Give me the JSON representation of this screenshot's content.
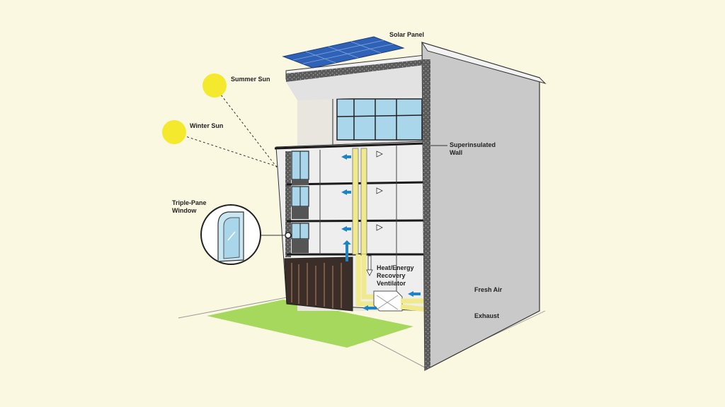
{
  "labels": {
    "solar_panel": "Solar Panel",
    "summer_sun": "Summer Sun",
    "winter_sun": "Winter Sun",
    "superinsulated_wall_line1": "Superinsulated",
    "superinsulated_wall_line2": "Wall",
    "triple_pane_line1": "Triple-Pane",
    "triple_pane_line2": "Window",
    "hrv_line1": "Heat/Energy",
    "hrv_line2": "Recovery",
    "hrv_line3": "Ventilator",
    "fresh_air": "Fresh Air",
    "exhaust": "Exhaust"
  },
  "colors": {
    "background": "#fbf8e2",
    "sun": "#f4e92d",
    "duct": "#f0ea8c",
    "fresh_arrow": "#1d84c6",
    "exhaust_arrow": "#ffffff",
    "glass": "#a9d6ea",
    "lawn": "#a7d85e",
    "wall": "#c9c9c9",
    "solar": "#2f62b6"
  },
  "icons": {
    "sun": "sun-icon",
    "window_callout": "triple-pane-window-icon",
    "fresh_air_arrow": "fresh-air-arrow-icon",
    "exhaust_arrow": "exhaust-arrow-icon"
  }
}
